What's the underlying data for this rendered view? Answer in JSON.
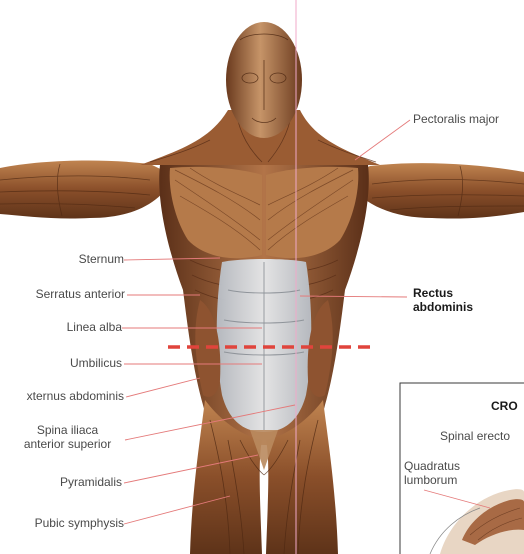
{
  "labels": {
    "pectoralis_major": "Pectoralis major",
    "sternum": "Sternum",
    "serratus_anterior": "Serratus anterior",
    "rectus_abdominis_1": "Rectus",
    "rectus_abdominis_2": "abdominis",
    "linea_alba": "Linea alba",
    "umbilicus": "Umbilicus",
    "obliquus": "xternus abdominis",
    "spina_iliaca_1": "Spina iliaca",
    "spina_iliaca_2": "anterior superior",
    "pyramidalis": "Pyramidalis",
    "pubic_symphysis": "Pubic symphysis"
  },
  "inset": {
    "title": "CRO",
    "spinal_erector": "Spinal erecto",
    "quadratus_1": "Quadratus",
    "quadratus_2": "lumborum"
  },
  "colors": {
    "muscle_dark": "#6b3a1f",
    "muscle_mid": "#a0643a",
    "muscle_light": "#c98e5c",
    "fascia": "#d9dde2",
    "leader": "#e47a7a",
    "dashed_line": "#e0443c",
    "midline": "#f0a8c8"
  }
}
